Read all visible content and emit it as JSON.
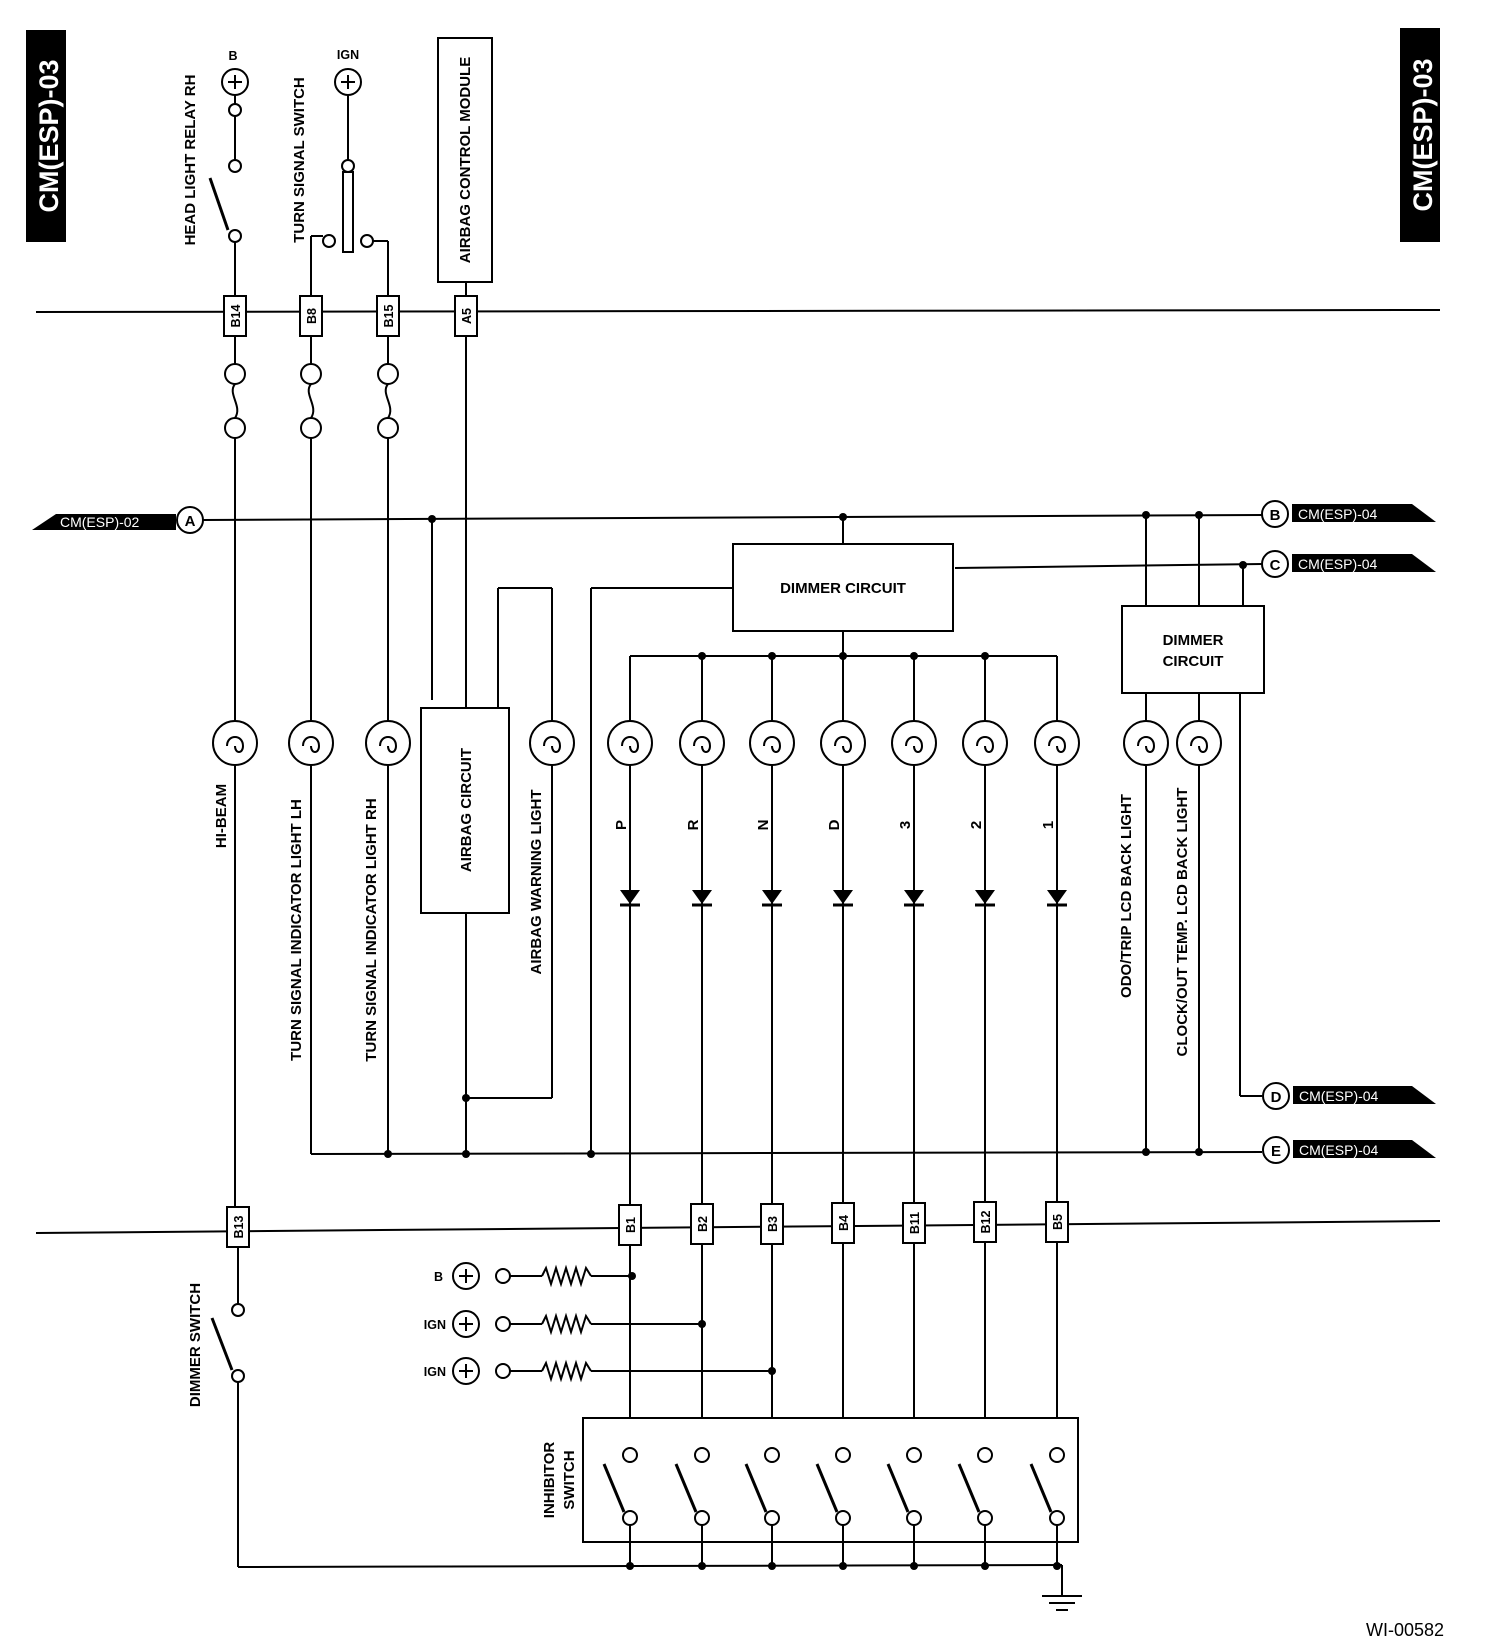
{
  "page_tags": {
    "left": "CM(ESP)-03",
    "right": "CM(ESP)-03"
  },
  "figure_id": "WI-00582",
  "supplies": {
    "b": "B",
    "ign": "IGN"
  },
  "components": {
    "headlight_relay": "HEAD LIGHT RELAY RH",
    "turn_signal_switch": "TURN SIGNAL SWITCH",
    "airbag_control_module": "AIRBAG CONTROL MODULE",
    "dimmer_circuit_main": "DIMMER CIRCUIT",
    "dimmer_circuit_small": [
      "DIMMER",
      "CIRCUIT"
    ],
    "airbag_circuit": "AIRBAG CIRCUIT",
    "dimmer_switch": "DIMMER SWITCH",
    "inhibitor_switch": [
      "INHIBITOR",
      "SWITCH"
    ]
  },
  "lamps": {
    "hi_beam": "HI-BEAM",
    "turn_lh": "TURN SIGNAL INDICATOR LIGHT LH",
    "turn_rh": "TURN SIGNAL INDICATOR LIGHT RH",
    "airbag_warning": "AIRBAG WARNING LIGHT",
    "odo_trip": "ODO/TRIP LCD BACK LIGHT",
    "clock_temp": "CLOCK/OUT TEMP. LCD BACK LIGHT",
    "gear_positions": [
      "P",
      "R",
      "N",
      "D",
      "3",
      "2",
      "1"
    ]
  },
  "connectors_top": [
    "B14",
    "B8",
    "B15",
    "A5"
  ],
  "connectors_bottom": [
    "B13",
    "B1",
    "B2",
    "B3",
    "B4",
    "B11",
    "B12",
    "B5"
  ],
  "cross_refs": {
    "A": {
      "letter": "A",
      "ref": "CM(ESP)-02"
    },
    "B": {
      "letter": "B",
      "ref": "CM(ESP)-04"
    },
    "C": {
      "letter": "C",
      "ref": "CM(ESP)-04"
    },
    "D": {
      "letter": "D",
      "ref": "CM(ESP)-04"
    },
    "E": {
      "letter": "E",
      "ref": "CM(ESP)-04"
    }
  }
}
